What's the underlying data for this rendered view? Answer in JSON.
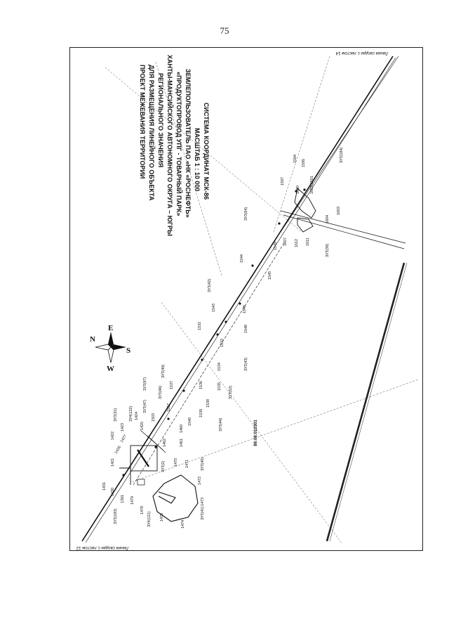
{
  "page": {
    "number": "75"
  },
  "title_block": {
    "lines": [
      "ПРОЕКТ МЕЖЕВАНИЯ ТЕРРИТОРИИ",
      "ДЛЯ РАЗМЕЩЕНИЯ ЛИНЕЙНОГО ОБЪЕКТА",
      "РЕГИОНАЛЬНОГО ЗНАЧЕНИЯ",
      "ХАНТЫ-МАНСИЙСКОГО АВТОНОМНОГО ОКРУГА – ЮГРЫ",
      "«ПРОДУКТОПРОВОД УПГ - ТОВАРНЫЙ ПАРК»",
      "ЗЕМЛЕПОЛЬЗОВАТЕЛЬ ПАО «НК «РОСНЕФТЬ»",
      "МАСШТАБ 1 : 10 000",
      "СИСТЕМА КООРДИНАТ МСК-86"
    ]
  },
  "edge_notes": {
    "top": "Линия сводки с листом 14",
    "bottom": "Линия сводки с листом 12"
  },
  "compass": {
    "n": "N",
    "s": "S",
    "e": "E",
    "w": "W"
  },
  "quarter": "86:08:010301",
  "zu_labels": {
    "z184": "ЗУ3(184)",
    "z64": "ЗУ3(64)",
    "z39": "ЗУ3(39)",
    "z42": "ЗУ3(42)",
    "z43": "ЗУ3(43)",
    "z52": "ЗУ3(52)",
    "z44": "ЗУ3(44)",
    "z49": "ЗУ3(49)",
    "z46": "ЗУ3(46)",
    "z47": "ЗУ3(47)",
    "z97": "ЗУ3(97)",
    "z122": "ЗУ4(122)",
    "z31": "ЗУ3(31)",
    "z2": "ЗУ3(2)",
    "z40": "ЗУ3(40)",
    "z41": "ЗУ3(41)",
    "z121": "ЗУ4(121)",
    "z183": "ЗУ3(183)"
  },
  "point_labels": {
    "p1594": "1594",
    "p1595": "1595",
    "p1597": "1597",
    "p1600": "1600",
    "p1602": "1602(1601",
    "p1603": "1603",
    "p1604": "1604",
    "p1611": "1611",
    "p1612": "1612",
    "p1607": "1607",
    "p1549": "1549",
    "p1544": "1544",
    "p1545": "1545",
    "p1543": "1543",
    "p1546": "1546",
    "p1532": "1532",
    "p1548": "1548",
    "p1533": "1533",
    "p1534": "1534",
    "p1535": "1535",
    "p1536": "1536",
    "p1538": "1538",
    "p1539": "1539",
    "p1537": "1537",
    "p1540": "1540",
    "p1517": "1517",
    "p1503": "1503",
    "p1460": "1460",
    "p1461": "1461",
    "p1462": "1462",
    "p1425": "1425",
    "p1424": "1424",
    "p1423": "1423",
    "p1422": "1422",
    "p1421": "1421",
    "p1431": "1431",
    "p1430": "1430",
    "p1391": "1391",
    "p1479": "1479",
    "p1478": "1478",
    "p1475": "1475",
    "p1474": "1474",
    "p1473": "1473",
    "p1472": "1472",
    "p1471": "1471",
    "p1470": "1470",
    "p1427": "1427",
    "p1426": "1426"
  }
}
